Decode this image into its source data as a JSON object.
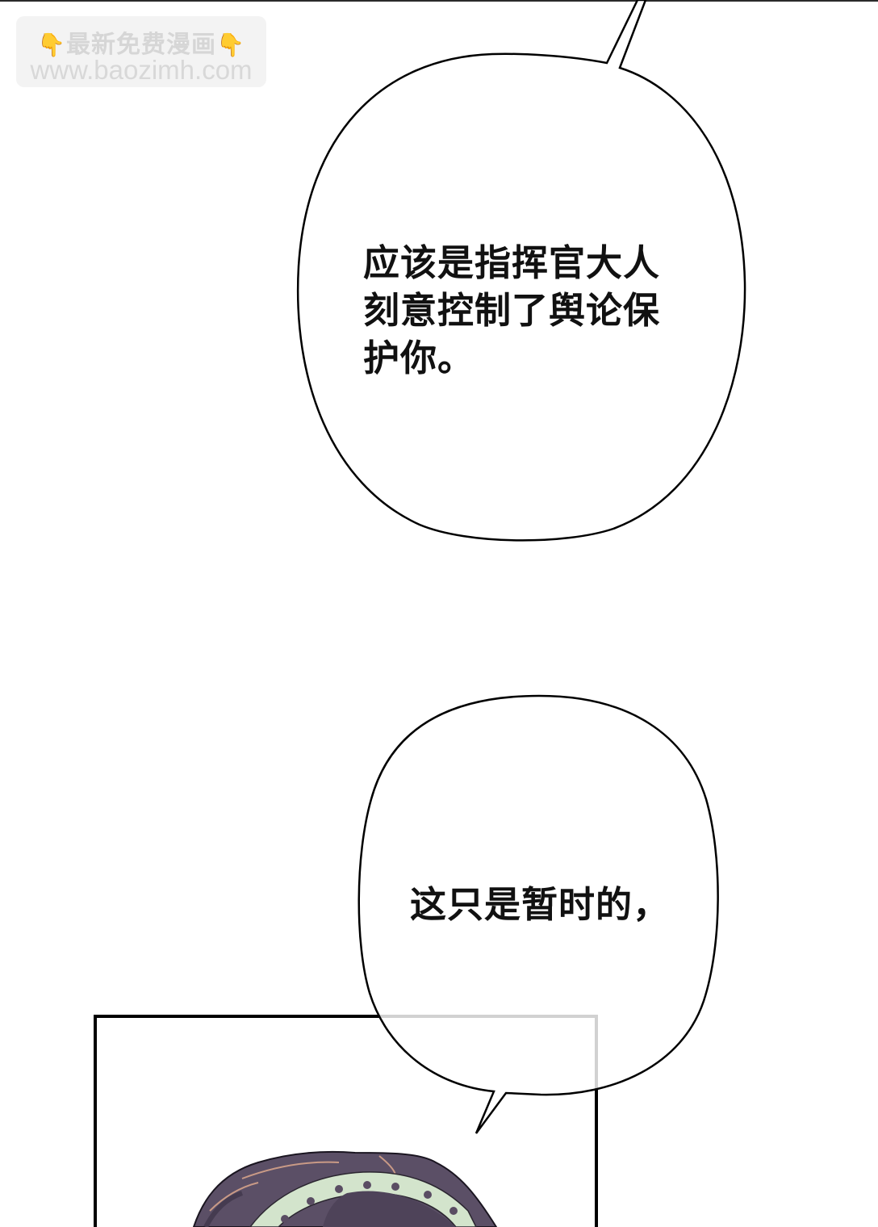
{
  "watermark": {
    "line1": "最新免费漫画",
    "line2": "www.baozimh.com",
    "left_icon": "pointing-down-hand-icon",
    "right_icon": "pointing-down-hand-icon",
    "hand_glyph": "👇"
  },
  "bubbles": [
    {
      "text": "应该是指挥官大人\n刻意控制了舆论保\n护你。"
    },
    {
      "text": "这只是暂时的，"
    }
  ],
  "panel": {
    "content": "character-hair-with-pearl-headband",
    "colors": {
      "border": "#000000",
      "hair": "#5b4f66",
      "hair_shadow": "#453b50",
      "hair_highlight": "#c99a86",
      "headband": "#d3e4cc",
      "headband_dots": "#5a4d63"
    }
  },
  "colors": {
    "background": "#ffffff",
    "ink": "#111111",
    "watermark_bg": "#f3f3f3",
    "watermark_text": "#d4d4d4"
  }
}
